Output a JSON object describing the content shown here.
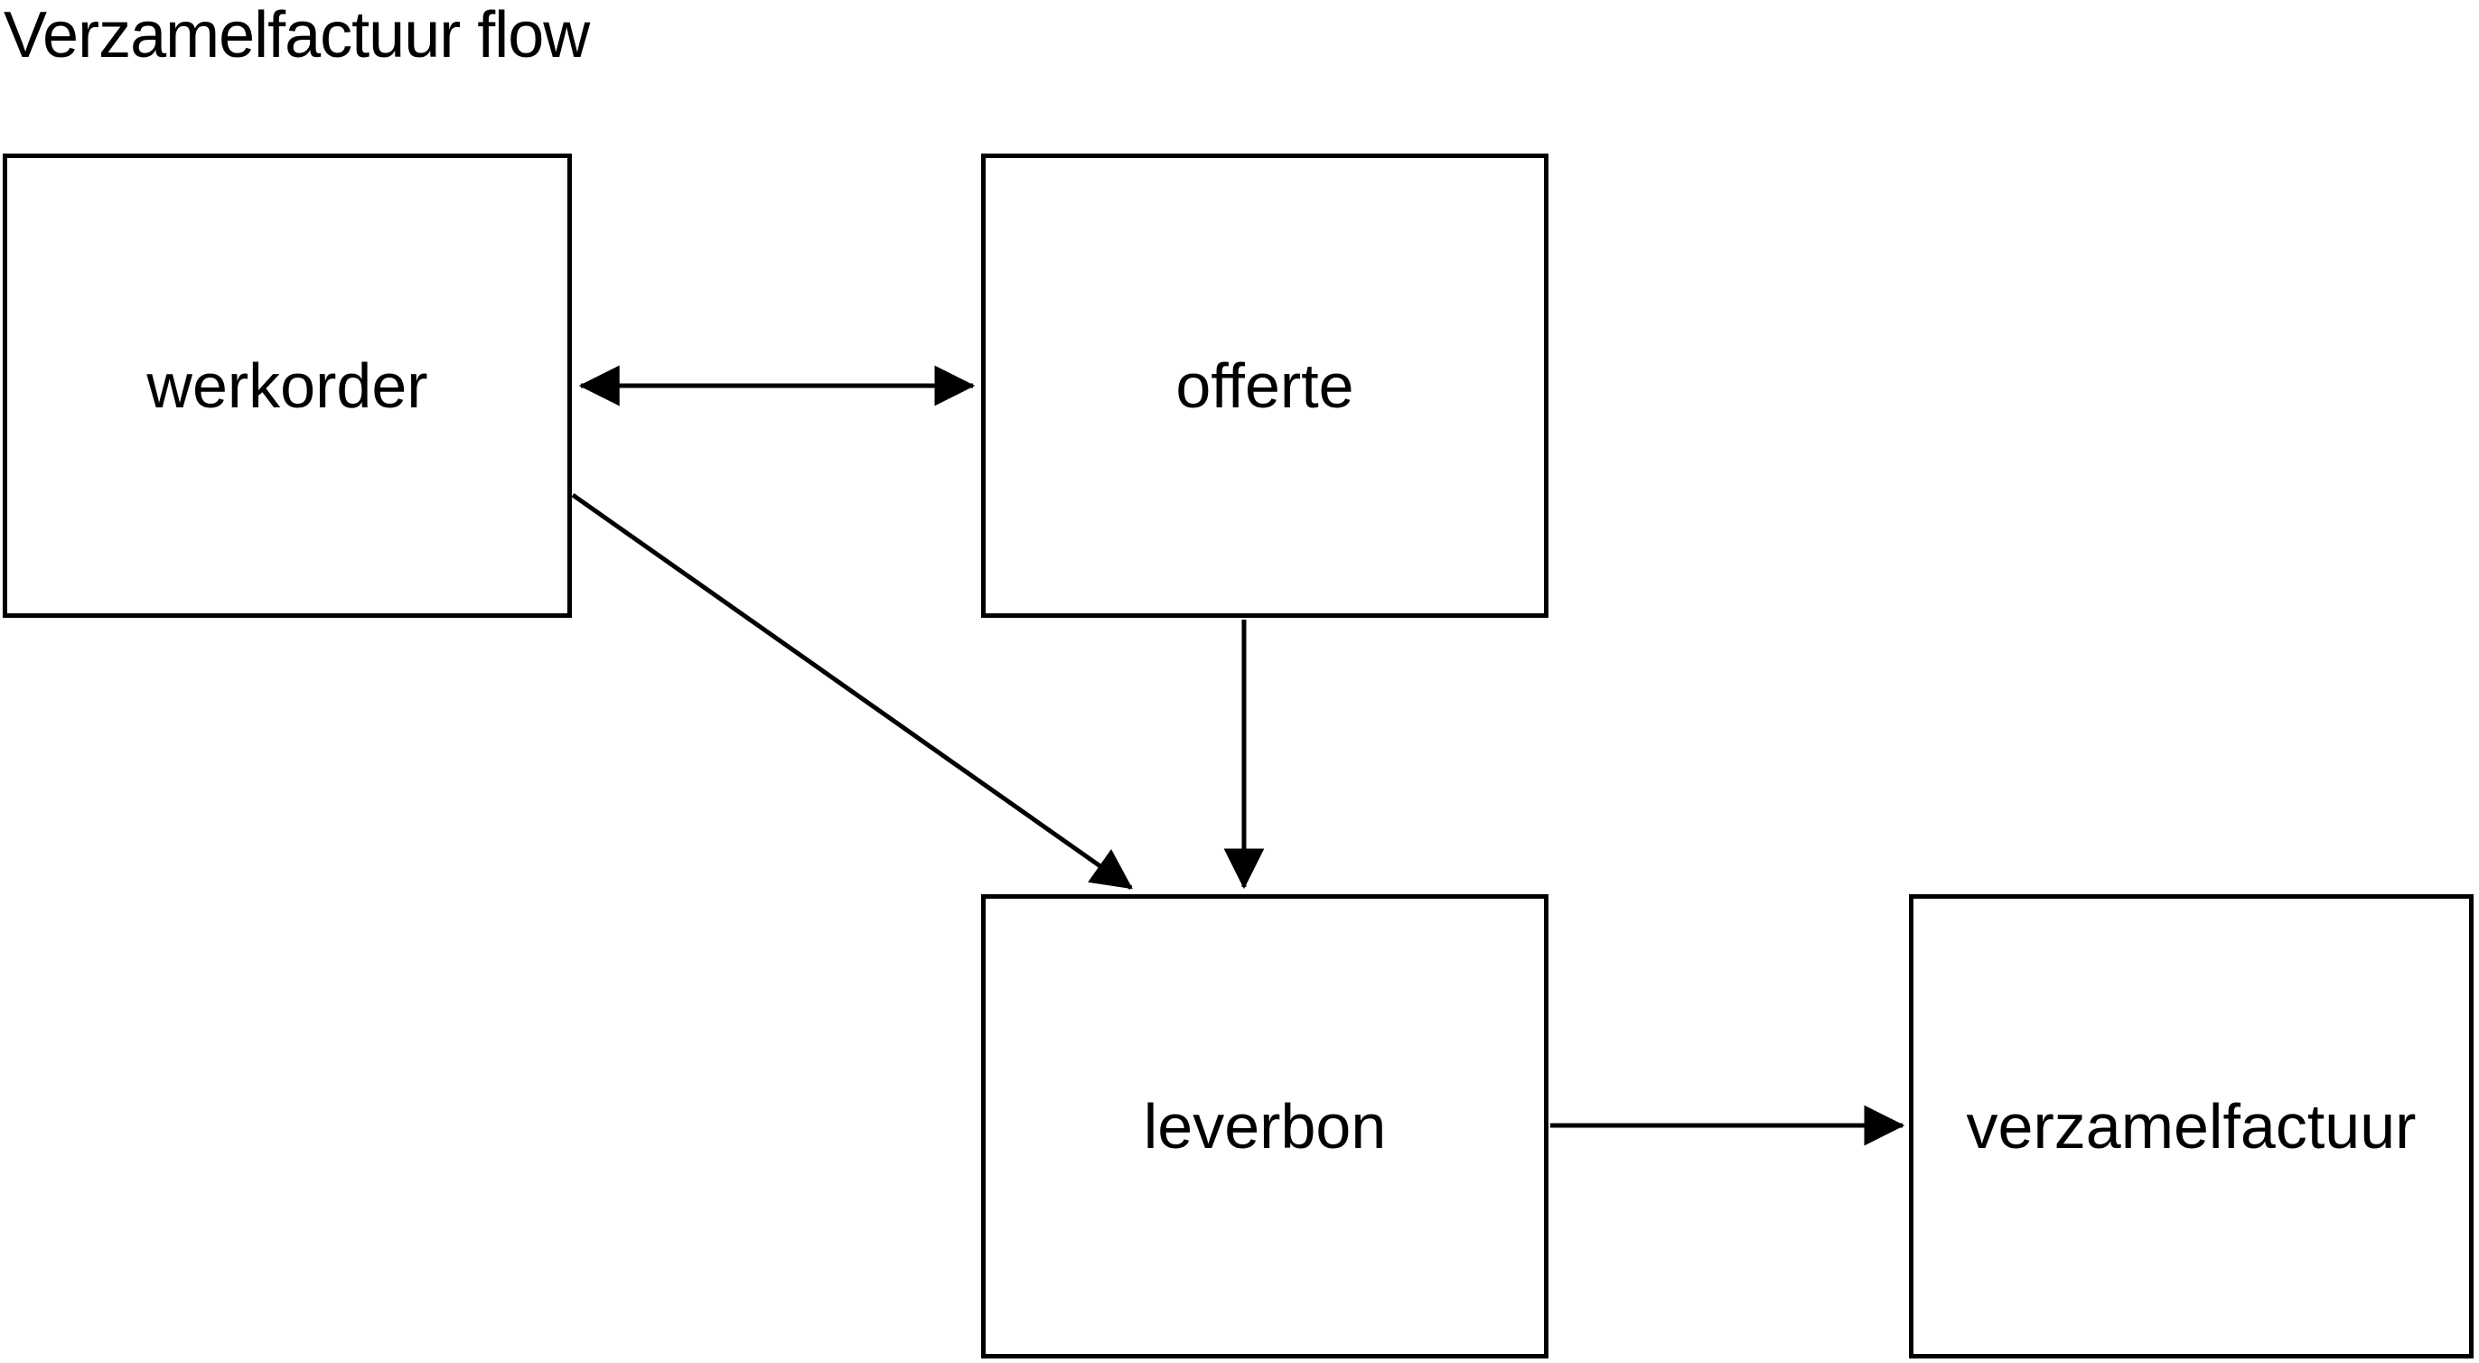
{
  "page": {
    "title": "Verzamelfactuur flow",
    "background_color": "#ffffff",
    "line_color": "#000000",
    "text_color": "#000000"
  },
  "diagram": {
    "type": "flowchart",
    "nodes": [
      {
        "id": "werkorder",
        "label": "werkorder"
      },
      {
        "id": "offerte",
        "label": "offerte"
      },
      {
        "id": "leverbon",
        "label": "leverbon"
      },
      {
        "id": "verzamelfactuur",
        "label": "verzamelfactuur"
      }
    ],
    "edges": [
      {
        "from": "werkorder",
        "to": "offerte",
        "direction": "bidirectional"
      },
      {
        "from": "werkorder",
        "to": "leverbon",
        "direction": "forward"
      },
      {
        "from": "offerte",
        "to": "leverbon",
        "direction": "forward"
      },
      {
        "from": "leverbon",
        "to": "verzamelfactuur",
        "direction": "forward"
      }
    ]
  }
}
